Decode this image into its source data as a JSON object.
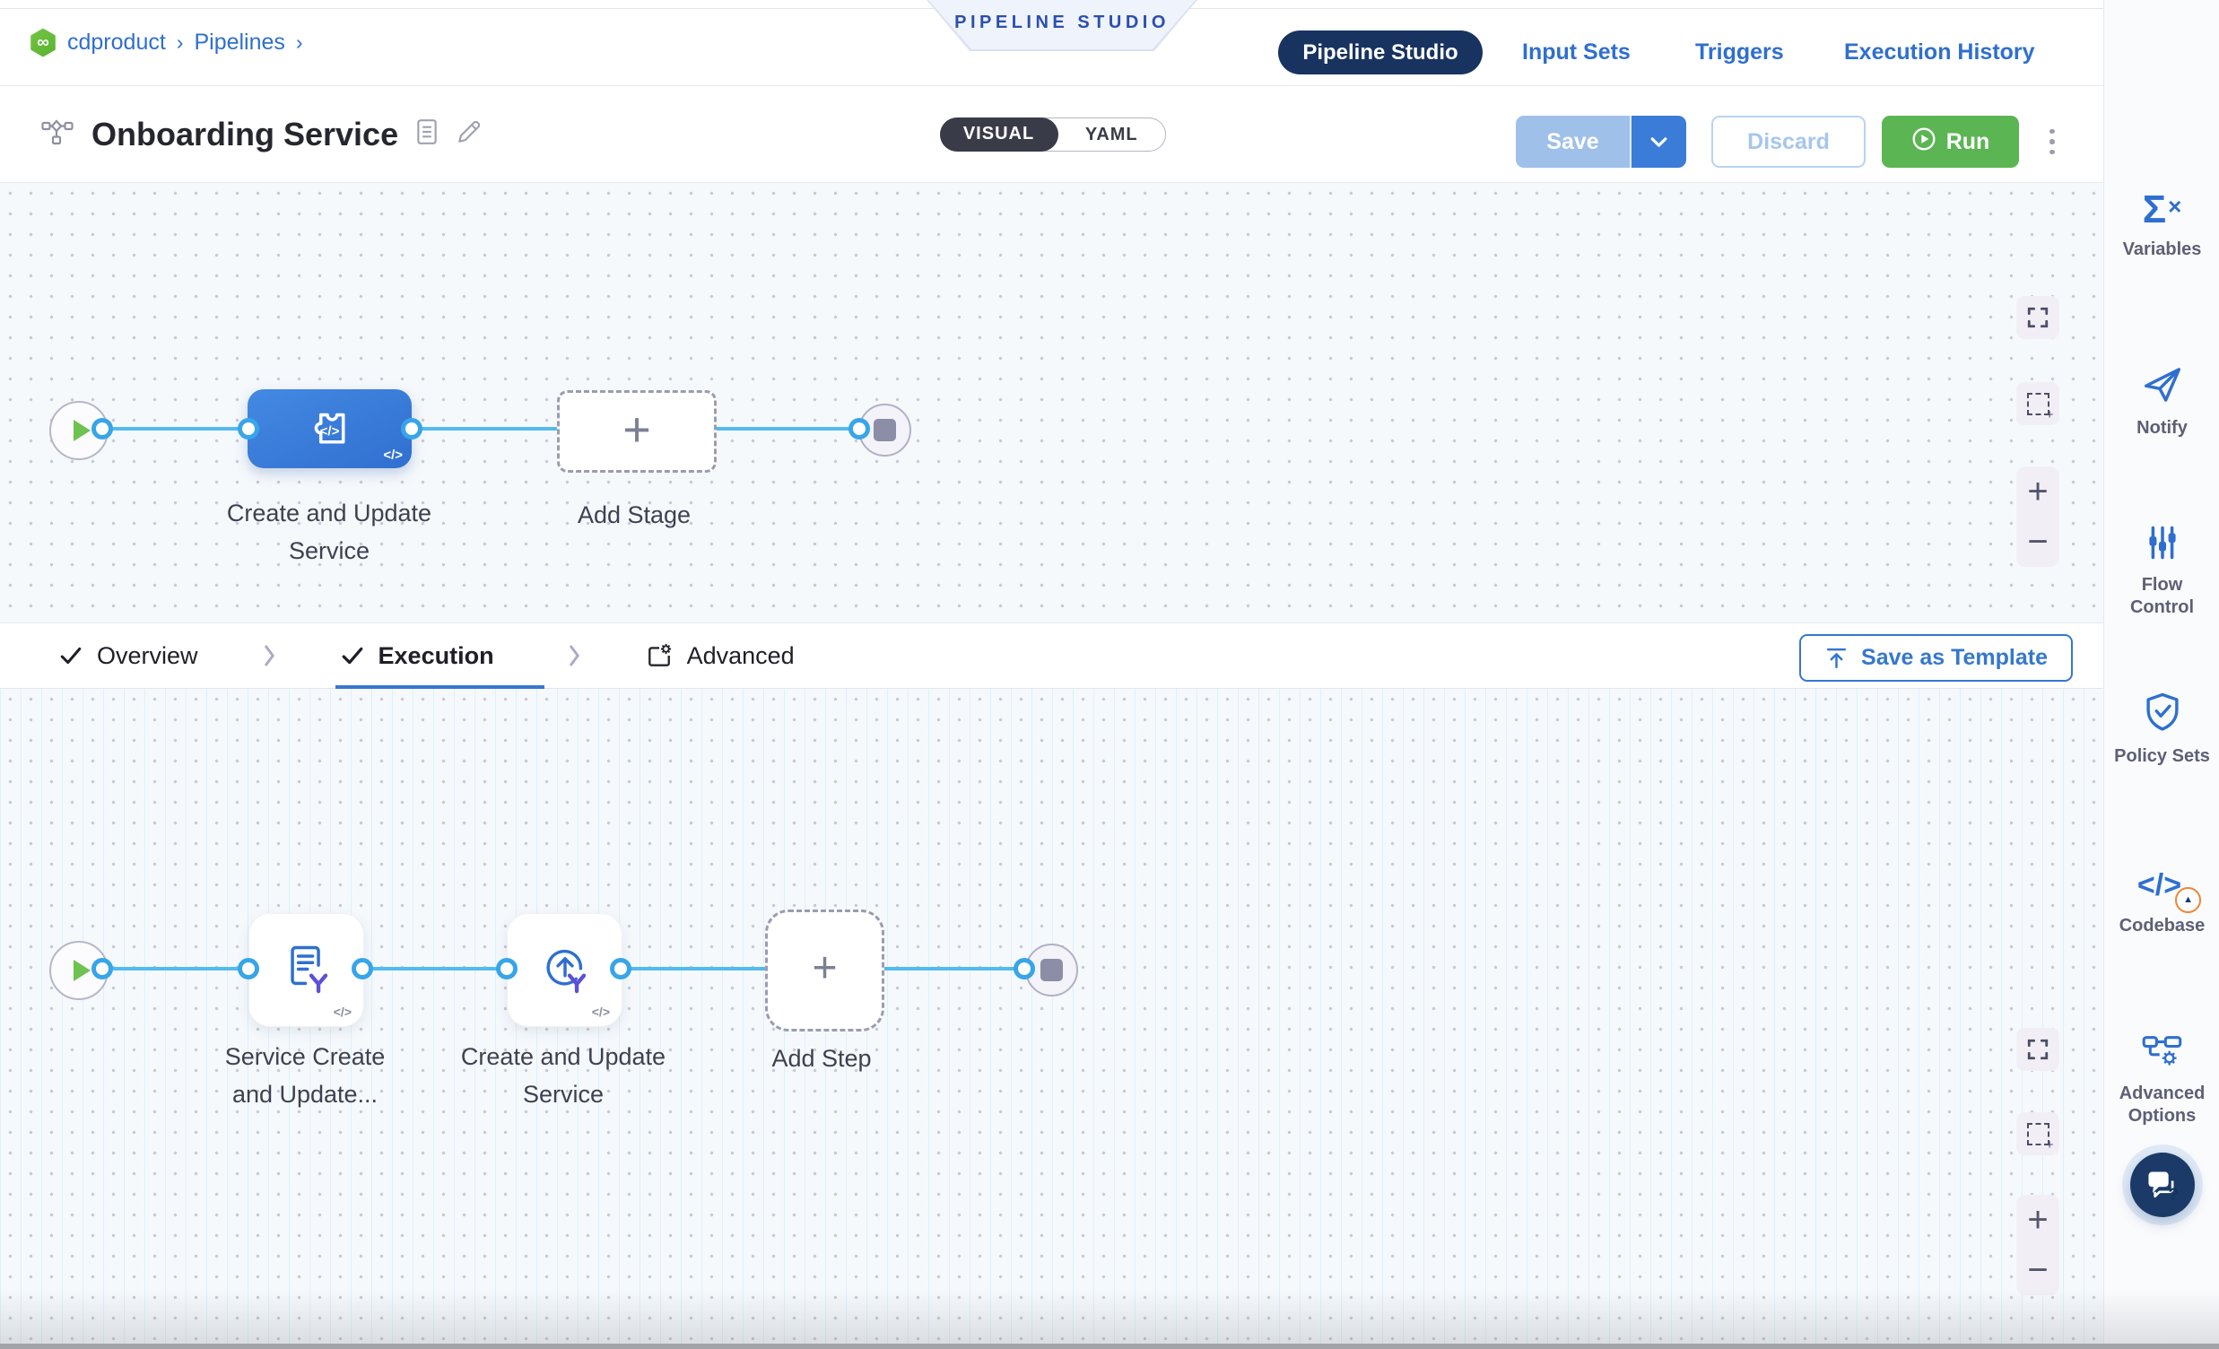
{
  "breadcrumb": {
    "project": "cdproduct",
    "section": "Pipelines",
    "chevron": "›"
  },
  "banner": {
    "label": "PIPELINE STUDIO"
  },
  "nav": {
    "pipeline_studio": "Pipeline Studio",
    "input_sets": "Input Sets",
    "triggers": "Triggers",
    "execution_history": "Execution History"
  },
  "header": {
    "title": "Onboarding Service",
    "visual": "VISUAL",
    "yaml": "YAML",
    "save": "Save",
    "discard": "Discard",
    "run": "Run"
  },
  "stage_canvas": {
    "stage_label": "Create and Update Service",
    "add_stage": "Add Stage"
  },
  "tab_bar": {
    "overview": "Overview",
    "execution": "Execution",
    "advanced": "Advanced",
    "save_as_template": "Save as Template"
  },
  "step_canvas": {
    "step1_label": "Service Create and Update...",
    "step2_label": "Create and Update Service",
    "add_step": "Add Step"
  },
  "sidebar": {
    "items": [
      {
        "label": "Variables",
        "icon": "sigma-x-icon"
      },
      {
        "label": "Notify",
        "icon": "paper-plane-icon"
      },
      {
        "label": "Flow Control",
        "icon": "sliders-icon"
      },
      {
        "label": "Policy Sets",
        "icon": "shield-check-icon"
      },
      {
        "label": "Codebase",
        "icon": "code-warning-icon"
      },
      {
        "label": "Advanced Options",
        "icon": "pipeline-gear-icon"
      }
    ]
  },
  "glyphs": {
    "code": "</>",
    "plus": "+",
    "minus": "−",
    "infinity": "∞",
    "sigma": "Σ",
    "multiply": "×",
    "warning": "▲",
    "question": "?"
  },
  "colors": {
    "accent": "#2f6fce",
    "connector": "#52bbee",
    "stage_blue": "#3b7ed9",
    "run_green": "#5cb553",
    "navy_pill": "#18335f"
  }
}
